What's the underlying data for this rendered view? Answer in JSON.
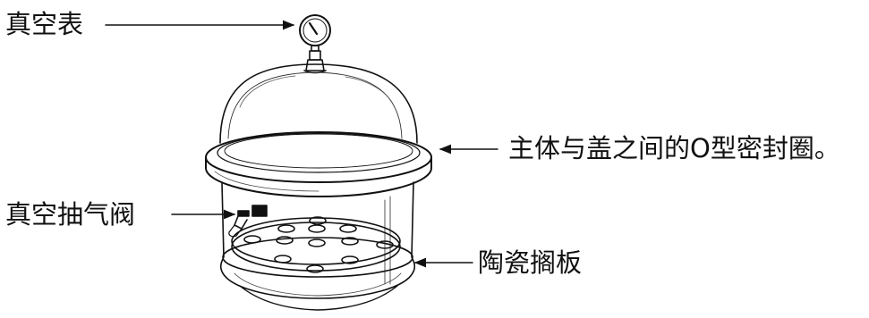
{
  "labels": {
    "gauge": "真空表",
    "seal": "主体与盖之间的O型密封圈。",
    "valve": "真空抽气阀",
    "plate": "陶瓷搁板"
  },
  "colors": {
    "line": "#111111",
    "background": "#ffffff"
  },
  "icons": [
    "vacuum-gauge-icon",
    "valve-icon"
  ]
}
